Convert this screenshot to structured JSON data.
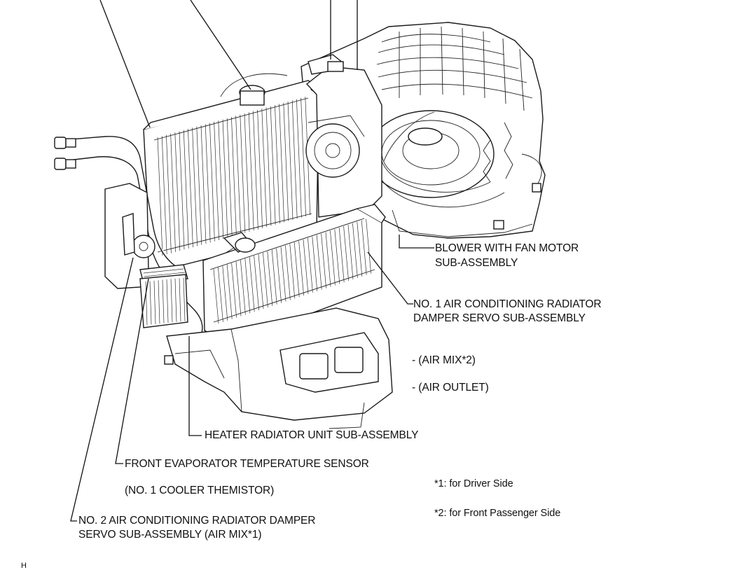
{
  "labels": {
    "blower_line1": "BLOWER WITH FAN MOTOR",
    "blower_line2": "SUB-ASSEMBLY",
    "servo1_line1": "NO. 1 AIR CONDITIONING RADIATOR",
    "servo1_line2": "DAMPER SERVO SUB-ASSEMBLY",
    "air_mix2": "- (AIR MIX*2)",
    "air_outlet": "- (AIR OUTLET)",
    "heater_radiator": "HEATER RADIATOR UNIT SUB-ASSEMBLY",
    "evap_sensor": "FRONT EVAPORATOR TEMPERATURE SENSOR",
    "cooler_themistor": "(NO. 1 COOLER THEMISTOR)",
    "servo2_line1": "NO. 2 AIR CONDITIONING RADIATOR DAMPER",
    "servo2_line2": "SERVO SUB-ASSEMBLY (AIR MIX*1)"
  },
  "notes": {
    "driver_side": "*1: for Driver Side",
    "passenger_side": "*2: for Front Passenger Side"
  },
  "corner_mark": "H",
  "colors": {
    "line": "#111111",
    "background": "#ffffff"
  }
}
